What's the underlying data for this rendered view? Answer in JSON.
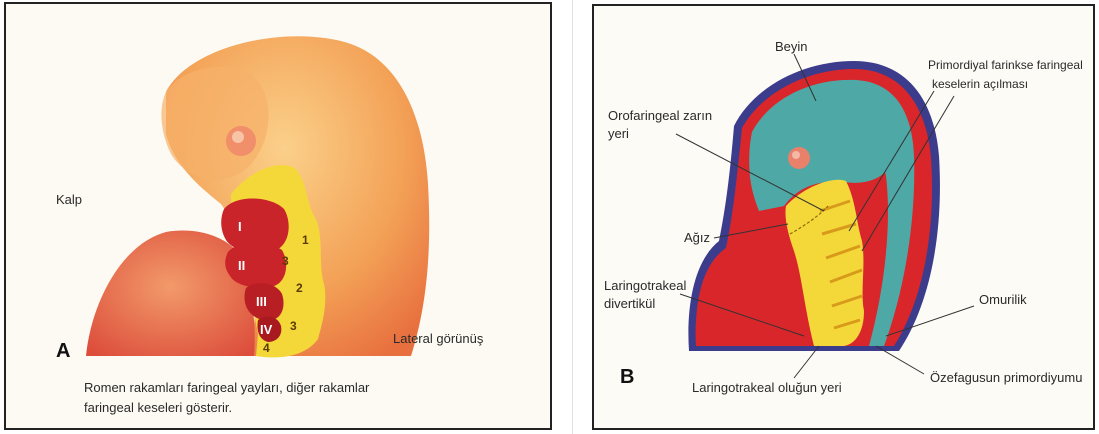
{
  "panel_a": {
    "letter": "A",
    "label_heart": "Kalp",
    "label_lateral": "Lateral görünüş",
    "caption_line1": "Romen rakamları faringeal yayları, diğer rakamlar",
    "caption_line2": "faringeal keseleri gösterir.",
    "arches": [
      "I",
      "II",
      "III",
      "IV"
    ],
    "pouches": [
      "1",
      "3",
      "2",
      "3",
      "4"
    ],
    "colors": {
      "embryo": "#f3a257",
      "arches": "#c8242a",
      "pouches": "#f4d83a"
    }
  },
  "panel_b": {
    "letter": "B",
    "label_brain": "Beyin",
    "label_primordial_line1": "Primordiyal farinkse faringeal",
    "label_primordial_line2": "keselerin açılması",
    "label_oro_line1": "Orofaringeal zarın",
    "label_oro_line2": "yeri",
    "label_mouth": "Ağız",
    "label_laryngo_line1": "Laringotrakeal",
    "label_laryngo_line2": "divertikül",
    "label_spinal": "Omurilik",
    "label_groove": "Laringotrakeal oluğun yeri",
    "label_esophagus": "Özefagusun primordiyumu",
    "colors": {
      "surface": "#3c3c8c",
      "mesoderm": "#d9262b",
      "neural": "#4ea9a6",
      "gut": "#f4d83a"
    }
  }
}
